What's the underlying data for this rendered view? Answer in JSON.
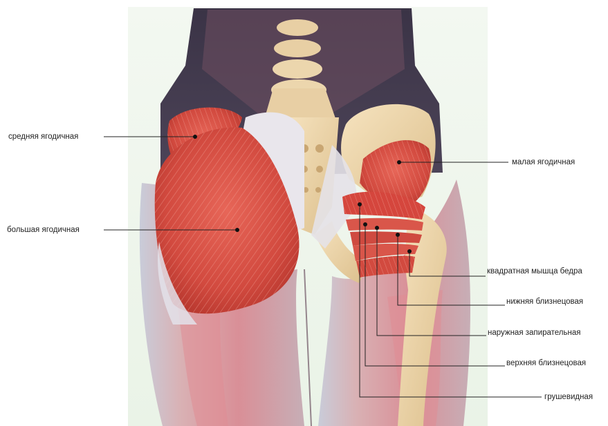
{
  "diagram": {
    "labels": {
      "gluteus_medius": "средняя ягодичная",
      "gluteus_maximus": "большая ягодичная",
      "gluteus_minimus": "малая ягодичная",
      "quadratus_femoris": "квадратная мышца бедра",
      "gemellus_inferior": "нижняя близнецовая",
      "obturator_externus": "наружная запирательная",
      "gemellus_superior": "верхняя близнецовая",
      "piriformis": "грушевидная"
    }
  }
}
